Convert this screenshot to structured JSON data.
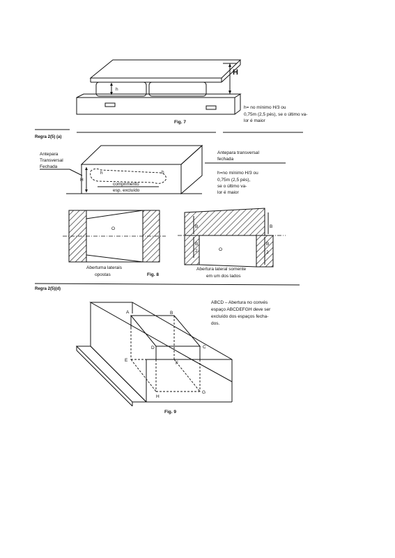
{
  "fig7": {
    "label_H": "H",
    "label_h": "h",
    "note_line1": "h= no mínimo H/3 ou",
    "note_frac_top": "H",
    "note_frac_bottom": "3",
    "note_line2": "0,75m (2,5 pés), se o último va-",
    "note_line3": "lor é maior",
    "caption": "Fig. 7"
  },
  "rule1": {
    "text": "Regra 2(5) (a)"
  },
  "fig8": {
    "left_label_1": "Antepara",
    "left_label_2": "Transversal",
    "left_label_3": "Fechada",
    "right_label_1": "Antepara transversal",
    "right_label_2": "fechada",
    "note_1": "h=no mínimo H/3 ou",
    "note_2": "0,75m (2,5 pés),",
    "note_3": "se o último va-",
    "note_4": "lor é maior",
    "length_1": "comprimento",
    "length_2": "esp. excluído",
    "label_H": "H",
    "label_h": "h",
    "label_O_left": "O",
    "label_O_right": "O",
    "label_B1": "B",
    "label_B2": "B",
    "label_B3": "B",
    "label_B4": "B",
    "label_2a": "2",
    "label_2b": "2",
    "caption_left_1": "Abertuma laterais",
    "caption_left_2": "opostas",
    "caption_center": "Fig. 8",
    "caption_right_1": "Abertura lateral somente",
    "caption_right_2": "em um dos lados"
  },
  "rule2": {
    "text": "Regra 2(5)(d)"
  },
  "fig9": {
    "note_1": "ABCD – Abertura no convés",
    "note_2": "espaço ABCDEFGH deve ser",
    "note_3": "excluído dos espaços fecha-",
    "note_4": "dos.",
    "A": "A",
    "B": "B",
    "C": "C",
    "D": "D",
    "E": "E",
    "F": "F",
    "G": "G",
    "H": "H",
    "caption": "Fig. 9"
  }
}
